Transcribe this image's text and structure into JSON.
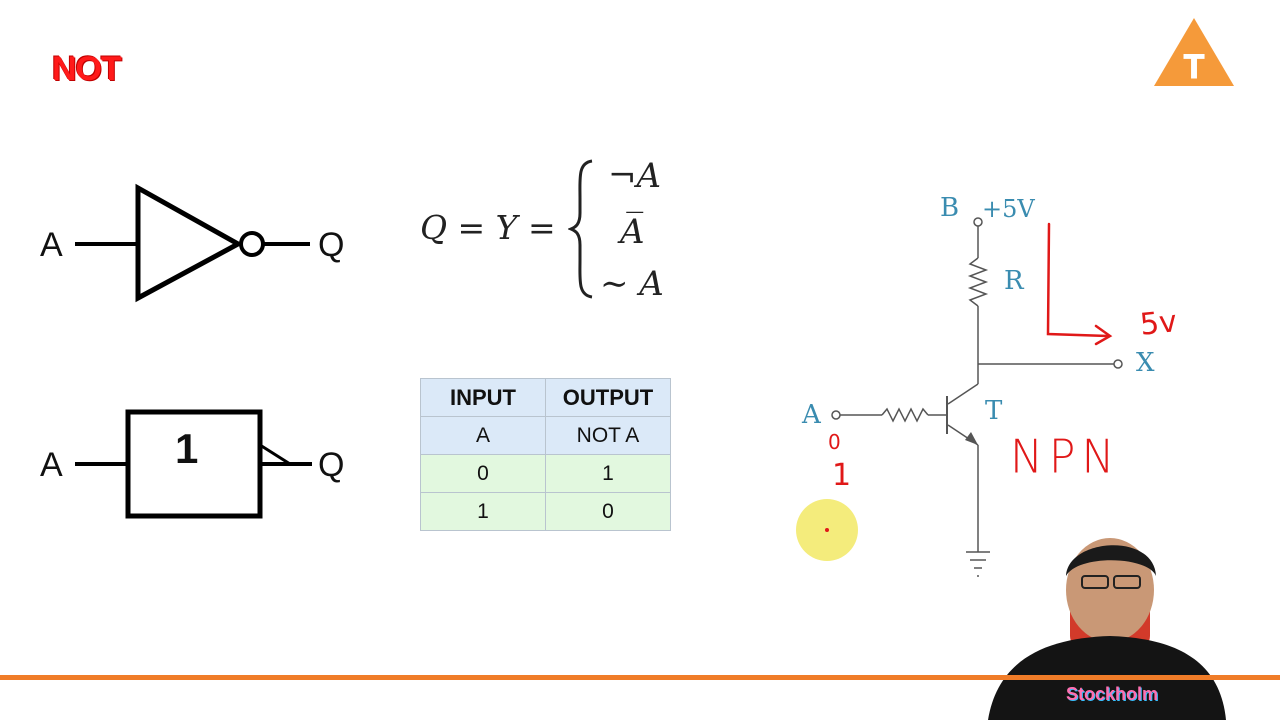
{
  "title": "NOT",
  "logo": {
    "letter": "T",
    "color": "#f59a3a"
  },
  "gate_symbols": {
    "ansi": {
      "input": "A",
      "output": "Q"
    },
    "iec": {
      "input": "A",
      "box_text": "1",
      "output": "Q"
    }
  },
  "equation": {
    "lhs": "Q = Y =",
    "cases": [
      "¬A",
      "A̅",
      "∼ A"
    ]
  },
  "truth_table": {
    "headers": [
      "INPUT",
      "OUTPUT"
    ],
    "subheaders": [
      "A",
      "NOT A"
    ],
    "rows": [
      [
        "0",
        "1"
      ],
      [
        "1",
        "0"
      ]
    ]
  },
  "circuit": {
    "supply_label": "B",
    "supply_voltage": "+5V",
    "resistor_label": "R",
    "output_label": "X",
    "input_label": "A",
    "transistor_label": "T"
  },
  "annotations": {
    "voltage": "5v",
    "type": "NPN",
    "input_values": [
      "0",
      "1"
    ]
  },
  "colors": {
    "title": "#ff1a1a",
    "accent": "#f07c28",
    "circuit_text": "#3a8cb0",
    "handwriting": "#e01818"
  }
}
